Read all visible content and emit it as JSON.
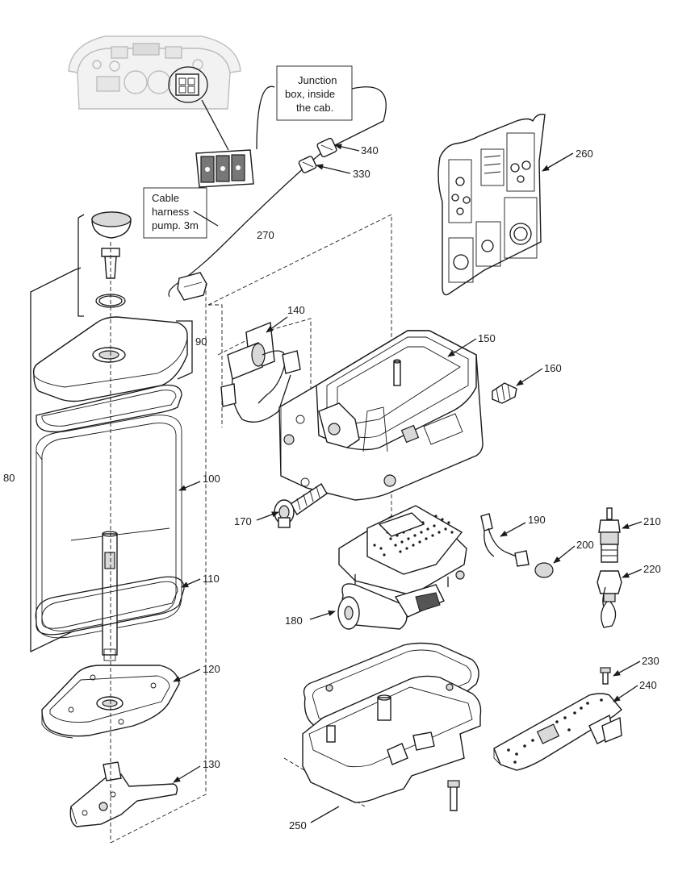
{
  "notes": {
    "junction": [
      "Junction",
      "box, inside",
      "the cab."
    ],
    "cable": [
      "Cable",
      "harness",
      "pump.  3m"
    ]
  },
  "labels": {
    "p80": "80",
    "p90": "90",
    "p100": "100",
    "p110": "110",
    "p120": "120",
    "p130": "130",
    "p140": "140",
    "p150": "150",
    "p160": "160",
    "p170": "170",
    "p180": "180",
    "p190": "190",
    "p200": "200",
    "p210": "210",
    "p220": "220",
    "p230": "230",
    "p240": "240",
    "p250": "250",
    "p260": "260",
    "p270": "270",
    "p330": "330",
    "p340": "340"
  },
  "colors": {
    "line": "#1a1a1a",
    "shade": "#d9d9d9",
    "dashboard": "#bdbdbd"
  }
}
